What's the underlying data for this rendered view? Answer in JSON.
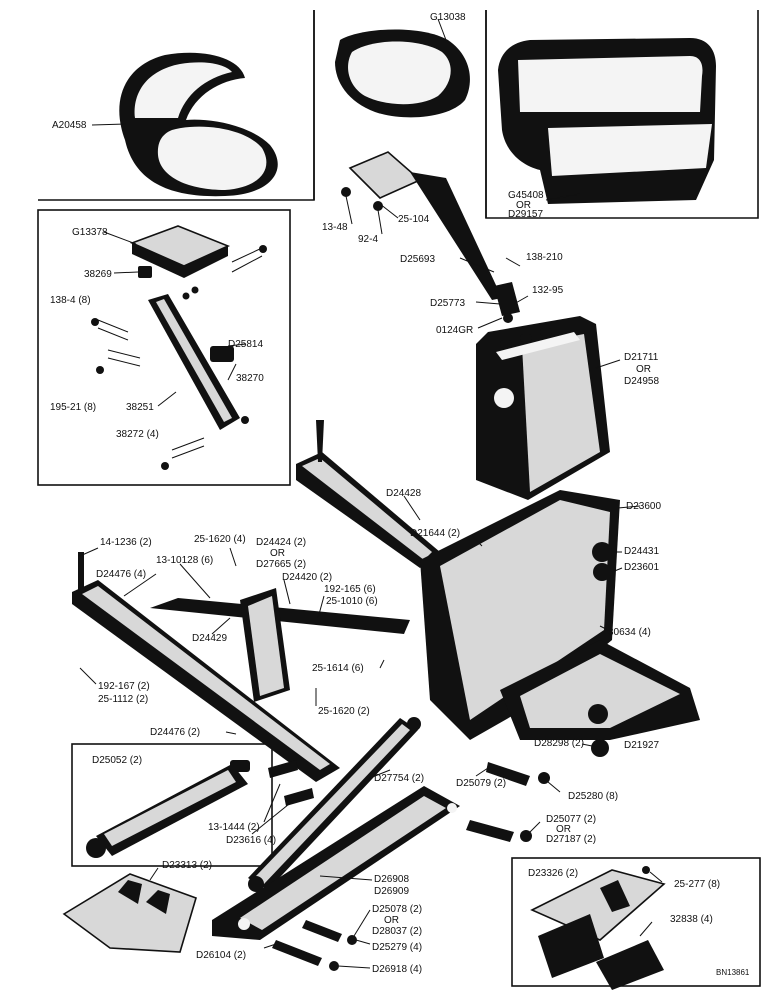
{
  "diagram": {
    "drawing_number": "BN13861",
    "labels": {
      "A20458": "A20458",
      "G13038": "G13038",
      "G45408": "G45408",
      "OR_1": "OR",
      "D29157": "D29157",
      "13-48": "13-48",
      "92-4": "92-4",
      "25-104": "25-104",
      "G13378": "G13378",
      "38269": "38269",
      "138-4": "138-4 (8)",
      "D25814": "D25814",
      "38270": "38270",
      "195-21": "195-21 (8)",
      "38251": "38251",
      "38272": "38272 (4)",
      "D25693": "D25693",
      "138-210": "138-210",
      "D25773": "D25773",
      "132-95": "132-95",
      "0124GR": "0124GR",
      "D21711": "D21711",
      "OR_2": "OR",
      "D24958": "D24958",
      "D24428": "D24428",
      "D23600": "D23600",
      "D21644": "D21644 (2)",
      "D24431": "D24431",
      "D23601": "D23601",
      "14-1236": "14-1236 (2)",
      "25-1620a": "25-1620 (4)",
      "D24424": "D24424 (2)",
      "OR_3": "OR",
      "D27665": "D27665 (2)",
      "13-10128": "13-10128 (6)",
      "D24476a": "D24476 (4)",
      "D24420": "D24420 (2)",
      "192-165": "192-165 (6)",
      "25-1010": "25-1010 (6)",
      "D24429": "D24429",
      "30634": "30634 (4)",
      "25-1614": "25-1614 (6)",
      "192-167": "192-167 (2)",
      "25-1112": "25-1112 (2)",
      "25-1620b": "25-1620 (2)",
      "D24476b": "D24476 (2)",
      "D28298": "D28298 (2)",
      "D21927": "D21927",
      "D25052": "D25052 (2)",
      "D27754": "D27754 (2)",
      "D25079": "D25079 (2)",
      "D25280": "D25280 (8)",
      "13-1444": "13-1444 (2)",
      "D23616": "D23616 (4)",
      "D25077": "D25077 (2)",
      "OR_4": "OR",
      "D27187": "D27187 (2)",
      "D23313": "D23313 (2)",
      "D26908": "D26908",
      "D26909": "D26909",
      "D23326": "D23326 (2)",
      "25-277": "25-277 (8)",
      "32838": "32838 (4)",
      "D25078": "D25078 (2)",
      "OR_5": "OR",
      "D28037": "D28037 (2)",
      "D25279": "D25279 (4)",
      "D26104": "D26104 (2)",
      "D26918": "D26918 (4)"
    }
  }
}
